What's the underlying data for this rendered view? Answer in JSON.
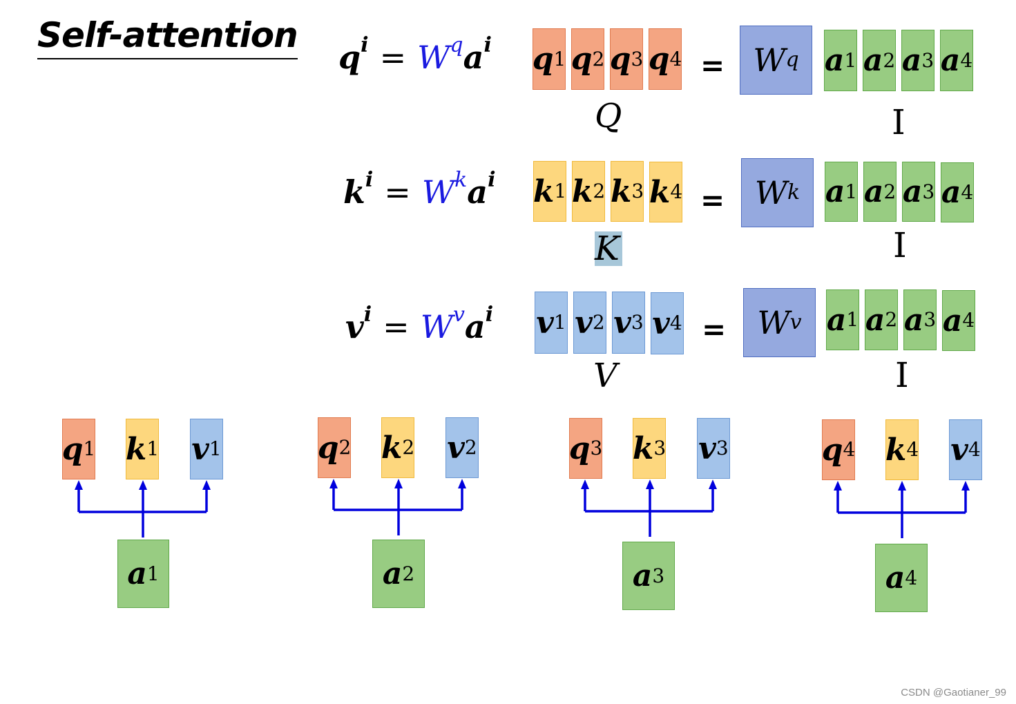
{
  "title": "Self-attention",
  "equations": [
    {
      "lhs_symbol": "q",
      "lhs_sup": "i",
      "w_symbol": "W",
      "w_sup": "q",
      "rhs_symbol": "a",
      "rhs_sup": "i",
      "equals": "="
    },
    {
      "lhs_symbol": "k",
      "lhs_sup": "i",
      "w_symbol": "W",
      "w_sup": "k",
      "rhs_symbol": "a",
      "rhs_sup": "i",
      "equals": "="
    },
    {
      "lhs_symbol": "v",
      "lhs_sup": "i",
      "w_symbol": "W",
      "w_sup": "v",
      "rhs_symbol": "a",
      "rhs_sup": "i",
      "equals": "="
    }
  ],
  "matrix_rows": [
    {
      "cells": [
        {
          "s": "q",
          "n": "1"
        },
        {
          "s": "q",
          "n": "2"
        },
        {
          "s": "q",
          "n": "3"
        },
        {
          "s": "q",
          "n": "4"
        }
      ],
      "equals": "=",
      "weight": {
        "s": "W",
        "n": "q"
      },
      "inputs": [
        {
          "s": "a",
          "n": "1"
        },
        {
          "s": "a",
          "n": "2"
        },
        {
          "s": "a",
          "n": "3"
        },
        {
          "s": "a",
          "n": "4"
        }
      ],
      "matrix_label": "Q",
      "input_label": "I"
    },
    {
      "cells": [
        {
          "s": "k",
          "n": "1"
        },
        {
          "s": "k",
          "n": "2"
        },
        {
          "s": "k",
          "n": "3"
        },
        {
          "s": "k",
          "n": "4"
        }
      ],
      "equals": "=",
      "weight": {
        "s": "W",
        "n": "k"
      },
      "inputs": [
        {
          "s": "a",
          "n": "1"
        },
        {
          "s": "a",
          "n": "2"
        },
        {
          "s": "a",
          "n": "3"
        },
        {
          "s": "a",
          "n": "4"
        }
      ],
      "matrix_label": "K",
      "input_label": "I"
    },
    {
      "cells": [
        {
          "s": "v",
          "n": "1"
        },
        {
          "s": "v",
          "n": "2"
        },
        {
          "s": "v",
          "n": "3"
        },
        {
          "s": "v",
          "n": "4"
        }
      ],
      "equals": "=",
      "weight": {
        "s": "W",
        "n": "v"
      },
      "inputs": [
        {
          "s": "a",
          "n": "1"
        },
        {
          "s": "a",
          "n": "2"
        },
        {
          "s": "a",
          "n": "3"
        },
        {
          "s": "a",
          "n": "4"
        }
      ],
      "matrix_label": "V",
      "input_label": "I"
    }
  ],
  "token_groups": [
    {
      "q": {
        "s": "q",
        "n": "1"
      },
      "k": {
        "s": "k",
        "n": "1"
      },
      "v": {
        "s": "v",
        "n": "1"
      },
      "a": {
        "s": "a",
        "n": "1"
      }
    },
    {
      "q": {
        "s": "q",
        "n": "2"
      },
      "k": {
        "s": "k",
        "n": "2"
      },
      "v": {
        "s": "v",
        "n": "2"
      },
      "a": {
        "s": "a",
        "n": "2"
      }
    },
    {
      "q": {
        "s": "q",
        "n": "3"
      },
      "k": {
        "s": "k",
        "n": "3"
      },
      "v": {
        "s": "v",
        "n": "3"
      },
      "a": {
        "s": "a",
        "n": "3"
      }
    },
    {
      "q": {
        "s": "q",
        "n": "4"
      },
      "k": {
        "s": "k",
        "n": "4"
      },
      "v": {
        "s": "v",
        "n": "4"
      },
      "a": {
        "s": "a",
        "n": "4"
      }
    }
  ],
  "colors": {
    "query": "#f4a582",
    "key": "#fdd77e",
    "value": "#a3c3ea",
    "input": "#98cc82",
    "weight": "#95a9df",
    "weight_text": "#1a1ae0",
    "arrow": "#0000dd"
  },
  "watermark": "CSDN @Gaotianer_99"
}
